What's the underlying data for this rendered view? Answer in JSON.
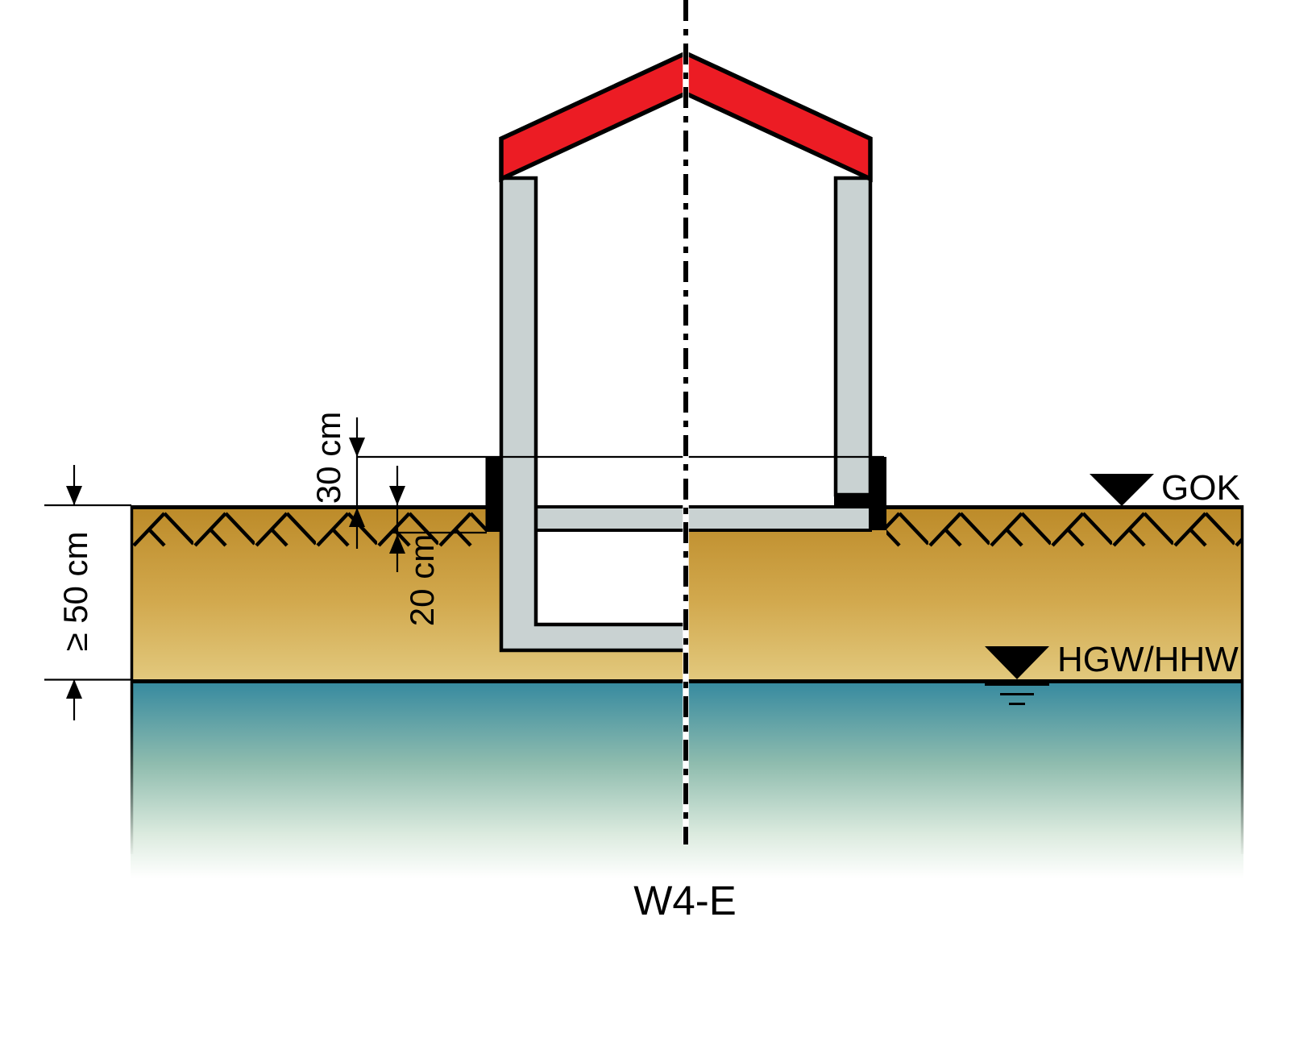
{
  "title": "W4-E",
  "levels": {
    "ground_label": "GOK",
    "groundwater_label": "HGW/HHW"
  },
  "dimensions": {
    "seal_height_above_ground": "30 cm",
    "seal_depth_below_ground": "20 cm",
    "min_distance_ground_to_groundwater": "≥ 50 cm"
  },
  "colors": {
    "roof": "#EC1C24",
    "wall": "#C9D2D2",
    "seal": "#000000",
    "soil_top": "#BC8A28",
    "soil_mid": "#D2A94E",
    "soil_bottom": "#E2C97E",
    "water_top": "#35899F",
    "water_mid": "#8FBCAE",
    "water_low": "#DCEBDF"
  }
}
